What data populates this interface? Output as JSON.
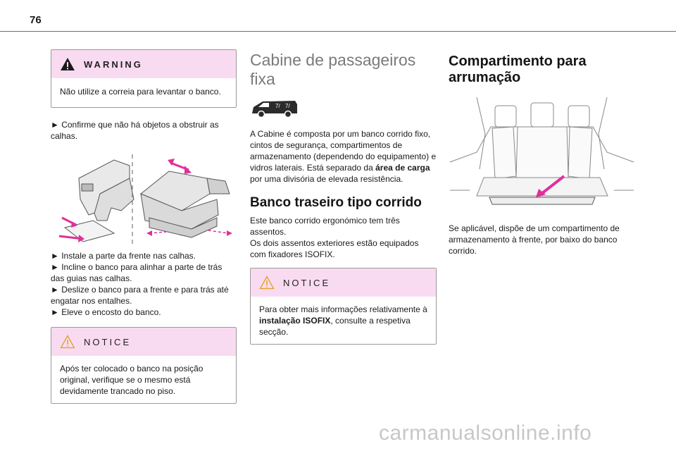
{
  "page": {
    "number": "76"
  },
  "col1": {
    "warning": {
      "title": "WARNING",
      "text": "Não utilize a correia para levantar o banco."
    },
    "intro_bullet": "► Confirme que não há objetos a obstruir as calhas.",
    "steps": [
      "► Instale a parte da frente nas calhas.",
      "► Incline o banco para alinhar a parte de trás das guias nas calhas.",
      "► Deslize o banco para a frente e para trás até engatar nos entalhes.",
      "► Eleve o encosto do banco."
    ],
    "notice": {
      "title": "NOTICE",
      "text": "Após ter colocado o banco na posição original, verifique se o mesmo está devidamente trancado no piso."
    }
  },
  "col2": {
    "heading": "Cabine de passageiros fixa",
    "para_before": "A Cabine é composta por um banco corrido fixo, cintos de segurança, compartimentos de armazenamento (dependendo do equipamento) e vidros laterais. Está separado da ",
    "para_bold": "área de carga",
    "para_after": " por uma divisória de elevada resistência.",
    "subheading": "Banco traseiro tipo corrido",
    "para2_line1": "Este banco corrido ergonómico tem três assentos.",
    "para2_line2": "Os dois assentos exteriores estão equipados com fixadores ISOFIX.",
    "notice": {
      "title": "NOTICE",
      "text_before": "Para obter mais informações relativamente à ",
      "text_bold": "instalação ISOFIX",
      "text_after": ", consulte a respetiva secção."
    }
  },
  "col3": {
    "heading": "Compartimento para arrumação",
    "text": "Se aplicável, dispõe de um compartimento de armazenamento à frente, por baixo do banco corrido."
  },
  "watermark": "carmanualsonline.info",
  "colors": {
    "box_header": "#f9dbf1",
    "arrow": "#e0309a",
    "heading_grey": "#7a7a7a"
  }
}
